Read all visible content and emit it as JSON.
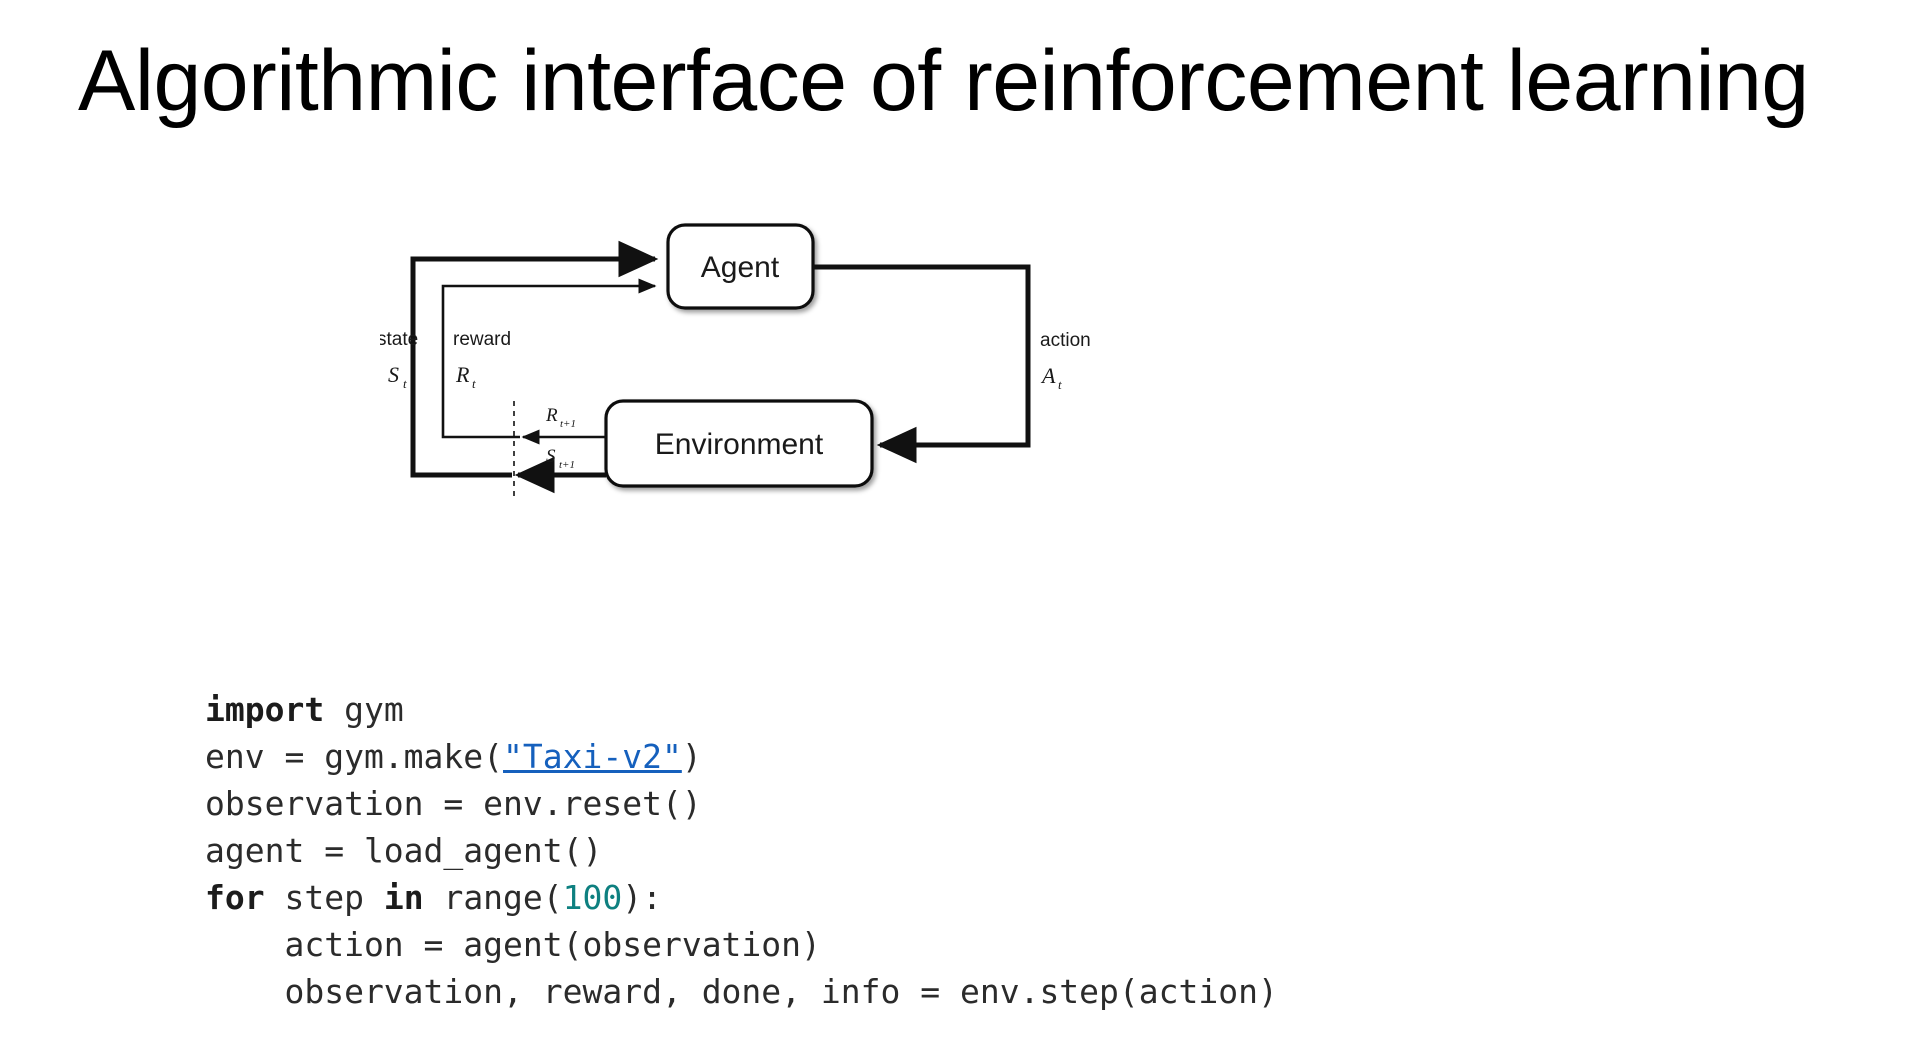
{
  "slide": {
    "title": "Algorithmic interface of reinforcement learning"
  },
  "diagram": {
    "name": "agent-environment-interaction-loop",
    "nodes": {
      "agent": "Agent",
      "environment": "Environment"
    },
    "edges": {
      "state_label": "state",
      "state_symbol": "S",
      "state_symbol_sub": "t",
      "reward_label": "reward",
      "reward_symbol": "R",
      "reward_symbol_sub": "t",
      "action_label": "action",
      "action_symbol": "A",
      "action_symbol_sub": "t",
      "next_reward_symbol": "R",
      "next_reward_sub": "t+1",
      "next_state_symbol": "S",
      "next_state_sub": "t+1"
    },
    "colors": {
      "stroke": "#111111",
      "node_fill": "#ffffff",
      "text": "#1a1a1a"
    }
  },
  "code": {
    "language": "python",
    "colors": {
      "text": "#2b2b2b",
      "keyword": "#1c1c1c",
      "link": "#1560bd",
      "number": "#0e8080"
    },
    "lines": [
      {
        "id": "line-1",
        "tokens": [
          {
            "t": "import",
            "k": "kw"
          },
          {
            "t": " gym",
            "k": ""
          }
        ]
      },
      {
        "id": "line-2",
        "tokens": [
          {
            "t": "env = gym.make(",
            "k": ""
          },
          {
            "t": "\"Taxi-v2\"",
            "k": "lnk"
          },
          {
            "t": ")",
            "k": ""
          }
        ]
      },
      {
        "id": "line-3",
        "tokens": [
          {
            "t": "observation = env.reset()",
            "k": ""
          }
        ]
      },
      {
        "id": "line-4",
        "tokens": [
          {
            "t": "agent = load_agent()",
            "k": ""
          }
        ]
      },
      {
        "id": "line-5",
        "tokens": [
          {
            "t": "for",
            "k": "kw"
          },
          {
            "t": " step ",
            "k": ""
          },
          {
            "t": "in",
            "k": "kw"
          },
          {
            "t": " range(",
            "k": ""
          },
          {
            "t": "100",
            "k": "num"
          },
          {
            "t": "):",
            "k": ""
          }
        ]
      },
      {
        "id": "line-6",
        "tokens": [
          {
            "t": "    action = agent(observation)",
            "k": ""
          }
        ]
      },
      {
        "id": "line-7",
        "tokens": [
          {
            "t": "    observation, reward, done, info = env.step(action)",
            "k": ""
          }
        ]
      }
    ]
  }
}
